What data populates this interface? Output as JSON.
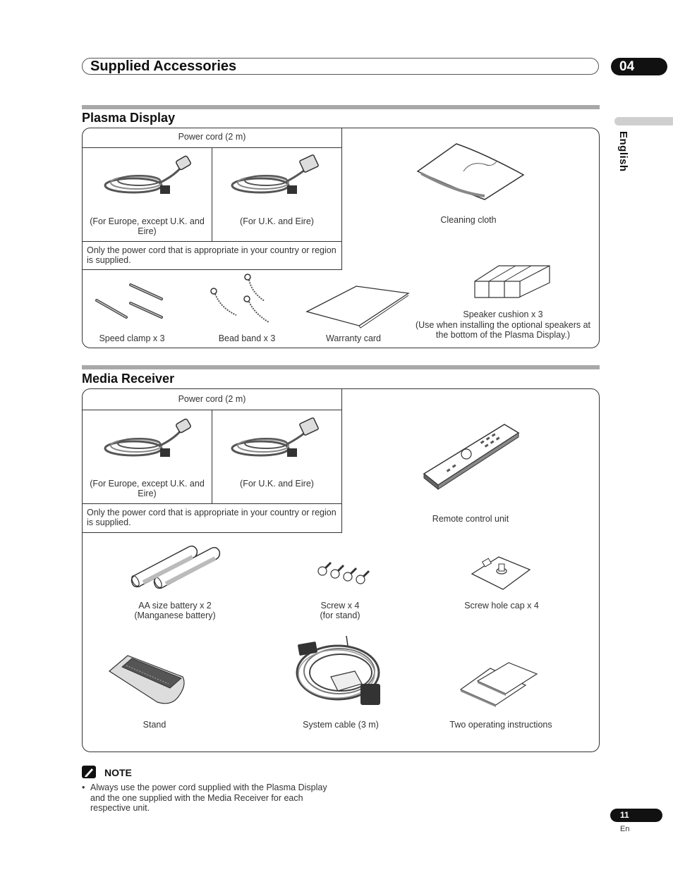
{
  "header": {
    "title": "Supplied Accessories",
    "chapter": "04"
  },
  "side_tab": {
    "language": "English"
  },
  "plasma": {
    "section_title": "Plasma Display",
    "power_cord_label": "Power cord (2 m)",
    "cord_europe": "(For Europe, except U.K. and Eire)",
    "cord_uk": "(For U.K. and Eire)",
    "cord_note": "Only the power cord that is appropriate in your country or region is supplied.",
    "cleaning_cloth": "Cleaning cloth",
    "speed_clamp": "Speed clamp x 3",
    "bead_band": "Bead band x 3",
    "warranty_card": "Warranty card",
    "speaker_cushion_1": "Speaker cushion x 3",
    "speaker_cushion_2": "(Use when installing the optional speakers at",
    "speaker_cushion_3": "the bottom of the Plasma Display.)"
  },
  "media": {
    "section_title": "Media Receiver",
    "power_cord_label": "Power cord (2 m)",
    "cord_europe": "(For Europe, except U.K. and Eire)",
    "cord_uk": "(For U.K. and Eire)",
    "cord_note": "Only the power cord that is appropriate in your country or region is supplied.",
    "remote": "Remote control unit",
    "battery_1": "AA size battery x 2",
    "battery_2": "(Manganese battery)",
    "screw_1": "Screw x 4",
    "screw_2": "(for stand)",
    "screw_cap": "Screw hole cap x 4",
    "stand": "Stand",
    "system_cable": "System cable (3 m)",
    "instructions": "Two operating instructions"
  },
  "note": {
    "title": "NOTE",
    "bullet": "•",
    "text": "Always use the power cord supplied with the Plasma Display and the one supplied with the Media Receiver for each respective unit."
  },
  "footer": {
    "page_number": "11",
    "lang_code": "En"
  }
}
